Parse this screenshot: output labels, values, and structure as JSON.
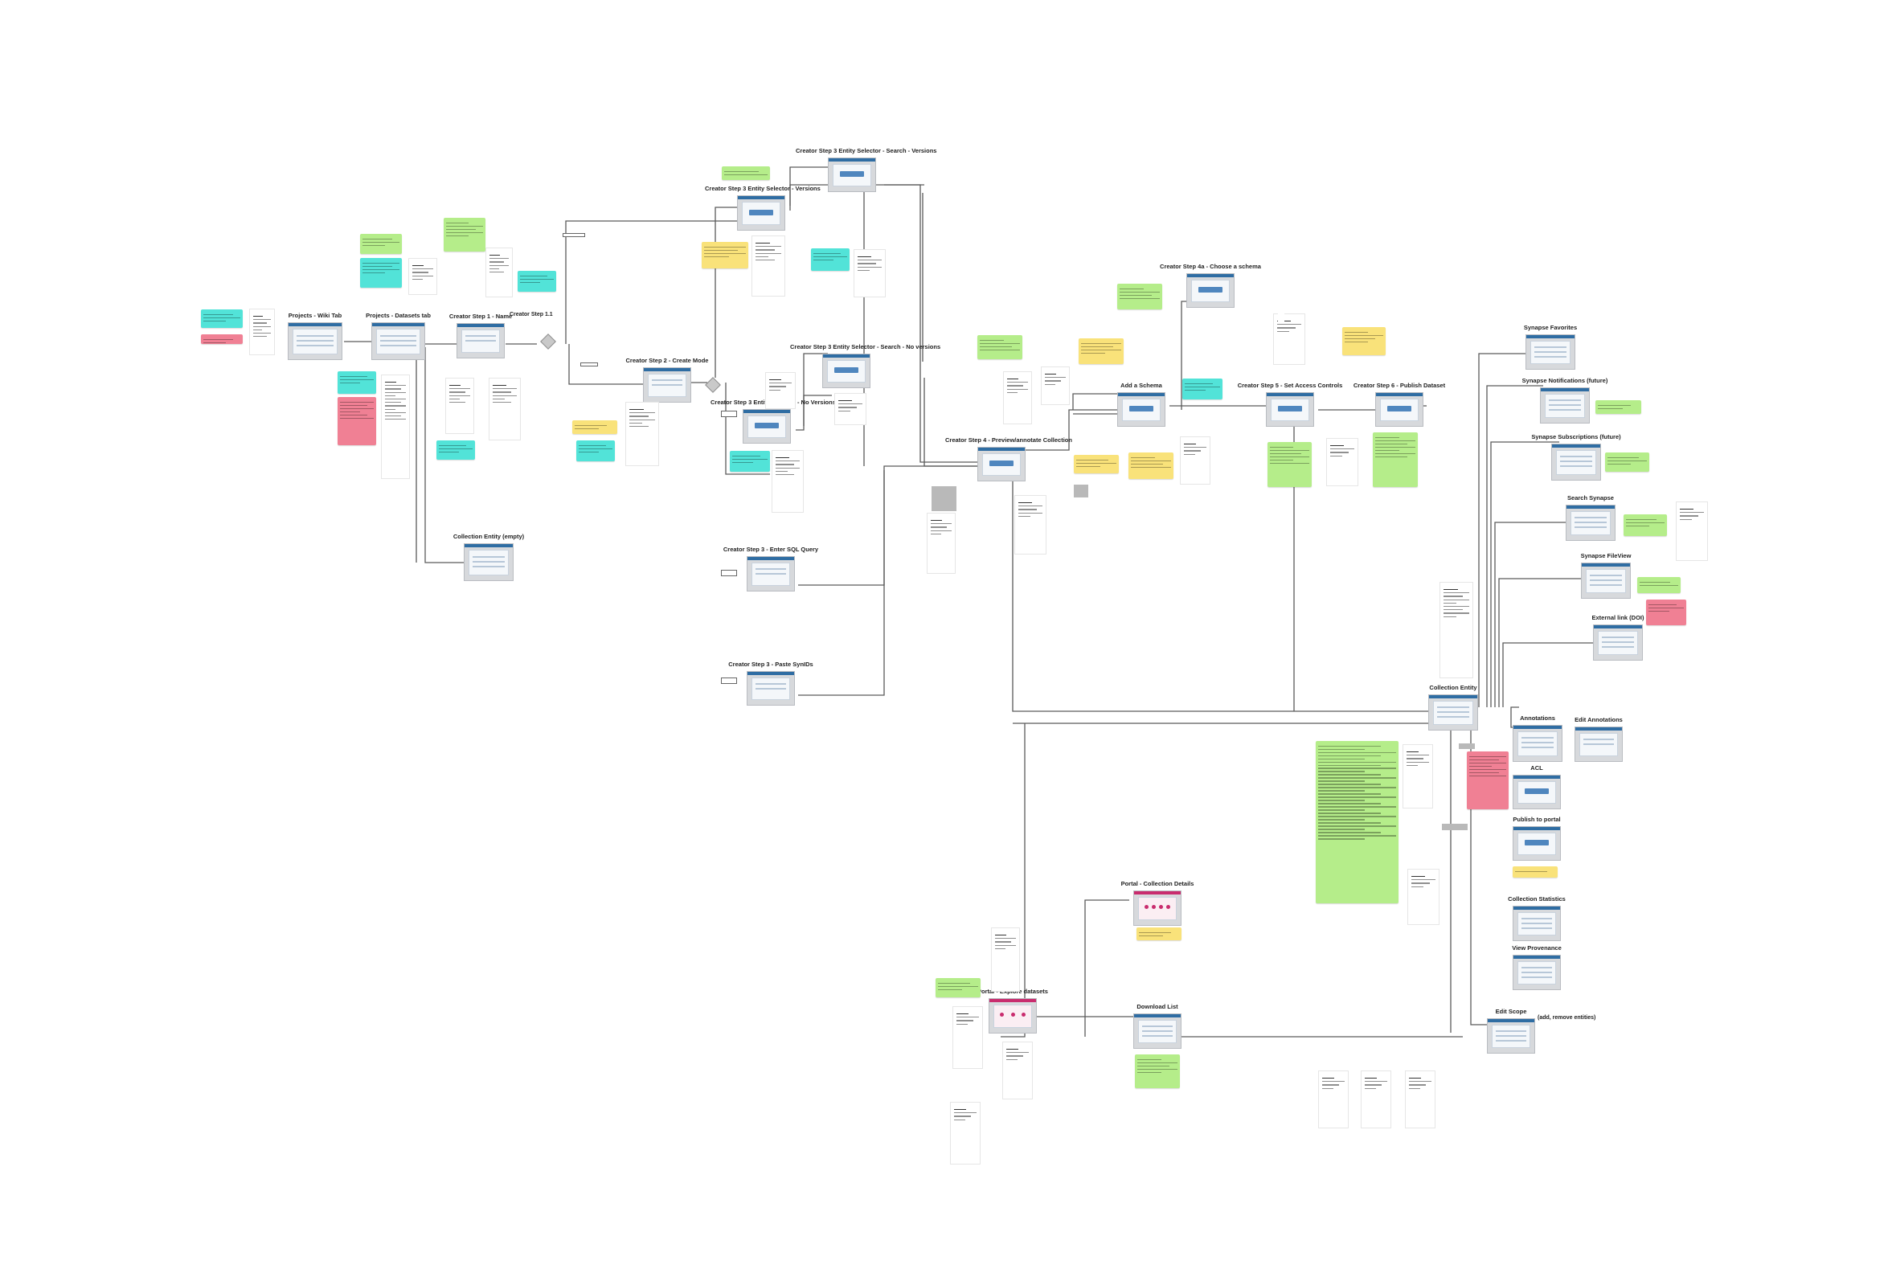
{
  "screens": [
    {
      "key": "projects-wiki",
      "title": "Projects - Wiki Tab",
      "style": "list"
    },
    {
      "key": "projects-datasets",
      "title": "Projects - Datasets tab",
      "style": "list"
    },
    {
      "key": "creator-step1",
      "title": "Creator Step 1 - Name",
      "style": "form"
    },
    {
      "key": "creator-step2",
      "title": "Creator Step 2 - Create Mode",
      "style": "form"
    },
    {
      "key": "entity-selector-search-versions",
      "title": "Creator Step 3 Entity Selector - Search - Versions",
      "style": "button"
    },
    {
      "key": "entity-selector-versions",
      "title": "Creator Step 3 Entity Selector - Versions",
      "style": "button"
    },
    {
      "key": "entity-selector-search-no-versions",
      "title": "Creator Step 3 Entity Selector - Search - No versions",
      "style": "button"
    },
    {
      "key": "entity-selector-no-versions",
      "title": "Creator Step 3 Entity Selector - No Versions",
      "style": "button"
    },
    {
      "key": "creator-step3-sql",
      "title": "Creator Step 3 - Enter SQL Query",
      "style": "form"
    },
    {
      "key": "creator-step3-paste",
      "title": "Creator Step 3 - Paste SynIDs",
      "style": "form"
    },
    {
      "key": "collection-empty",
      "title": "Collection Entity (empty)",
      "style": "list"
    },
    {
      "key": "creator-step4",
      "title": "Creator Step 4 - Preview/annotate Collection",
      "style": "button"
    },
    {
      "key": "creator-step4a",
      "title": "Creator Step 4a - Choose a schema",
      "style": "button"
    },
    {
      "key": "add-schema",
      "title": "Add a Schema",
      "style": "button"
    },
    {
      "key": "creator-step5",
      "title": "Creator Step 5 - Set Access Controls",
      "style": "button"
    },
    {
      "key": "creator-step6",
      "title": "Creator Step 6 - Publish Dataset",
      "style": "button"
    },
    {
      "key": "synapse-favorites",
      "title": "Synapse Favorites",
      "style": "list"
    },
    {
      "key": "synapse-notifications",
      "title": "Synapse Notifications (future)",
      "style": "list"
    },
    {
      "key": "synapse-subscriptions",
      "title": "Synapse Subscriptions (future)",
      "style": "list"
    },
    {
      "key": "search-synapse",
      "title": "Search Synapse",
      "style": "list"
    },
    {
      "key": "synapse-fileview",
      "title": "Synapse FileView",
      "style": "list"
    },
    {
      "key": "external-link",
      "title": "External link (DOI)",
      "style": "list"
    },
    {
      "key": "collection-entity",
      "title": "Collection Entity",
      "style": "list"
    },
    {
      "key": "annotations",
      "title": "Annotations",
      "style": "list"
    },
    {
      "key": "edit-annotations",
      "title": "Edit Annotations",
      "style": "list"
    },
    {
      "key": "acl",
      "title": "ACL",
      "style": "button"
    },
    {
      "key": "publish-portal",
      "title": "Publish to portal",
      "style": "button"
    },
    {
      "key": "collection-statistics",
      "title": "Collection Statistics",
      "style": "list"
    },
    {
      "key": "view-provenance",
      "title": "View Provenance",
      "style": "list"
    },
    {
      "key": "edit-scope",
      "title": "Edit Scope",
      "style": "list"
    },
    {
      "key": "portal-collection-details",
      "title": "Portal - Collection Details",
      "style": "pink"
    },
    {
      "key": "portal-explore",
      "title": "Portal - Explore datasets",
      "style": "pink"
    },
    {
      "key": "download-list",
      "title": "Download List",
      "style": "list"
    }
  ],
  "labels": {
    "creator_step_1_1": "Creator Step 1.1",
    "edit_scope_suffix": "(add, remove entities)"
  },
  "colors": {
    "connector": "#5a5a5a",
    "screen_bar": "#2f6da3",
    "note_green": "#b5ed8a",
    "note_cyan": "#52e3d8",
    "note_pink": "#f08094",
    "note_yellow": "#f9e27a",
    "portal_accent": "#c92c6e"
  }
}
